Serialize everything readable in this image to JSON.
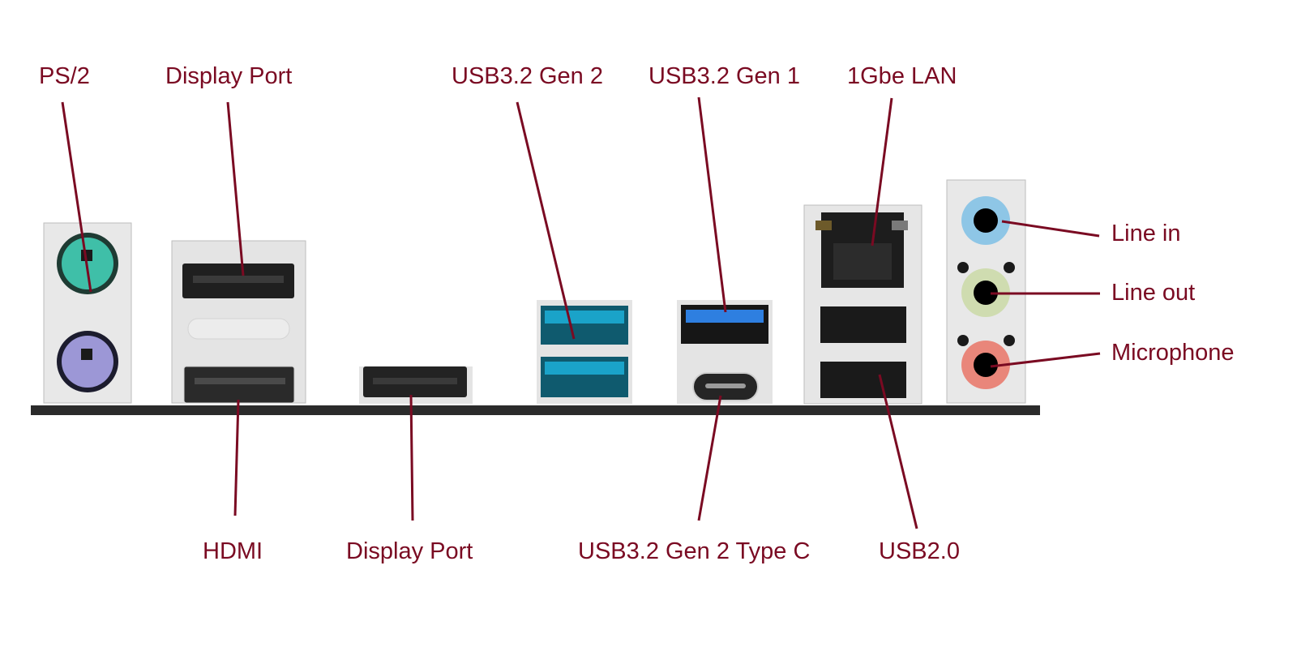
{
  "title": "Motherboard rear I/O panel",
  "colors": {
    "label": "#7a0a22",
    "leader": "#7a0a22",
    "bracket": "#2b2b2b",
    "shield": "#e6e6e6",
    "ps2_keyboard": "#3fbfa8",
    "ps2_mouse": "#9c97d6",
    "usb32_gen2": "#1aa3c9",
    "usb32_gen1": "#2e7fe0",
    "audio_line_in": "#8ec6e6",
    "audio_line_out": "#cfdcb0",
    "audio_mic": "#e9867a"
  },
  "labels": {
    "ps2": "PS/2",
    "display_port_top": "Display Port",
    "usb32_gen2": "USB3.2 Gen 2",
    "usb32_gen1": "USB3.2 Gen 1",
    "lan": "1Gbe LAN",
    "line_in": "Line in",
    "line_out": "Line out",
    "microphone": "Microphone",
    "hdmi": "HDMI",
    "display_port_bottom": "Display Port",
    "usb32_gen2_type_c": "USB3.2 Gen 2 Type C",
    "usb20": "USB2.0"
  }
}
